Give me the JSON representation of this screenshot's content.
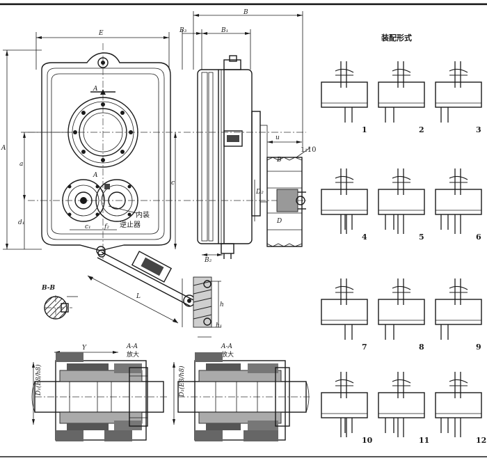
{
  "assembly": {
    "title": "装配形式",
    "variants": [
      "1",
      "2",
      "3",
      "4",
      "5",
      "6",
      "7",
      "8",
      "9",
      "10",
      "11",
      "12"
    ]
  },
  "dimensions": {
    "overall_width": "E",
    "overall_height": "A",
    "side_width": "B",
    "b1": "B₁",
    "b2": "B₂",
    "b3": "B₃",
    "d1": "d₁",
    "a": "a",
    "c": "c",
    "c1": "c₁",
    "f2": "f₂",
    "u": "u",
    "d2": "D₂",
    "ratio": "1:10",
    "l": "L",
    "h1": "h₁",
    "h": "h",
    "bore": "D₁(E8/h8)",
    "y": "Y"
  },
  "annotations": {
    "inner_label": "内装",
    "stop_label": "逆止器",
    "section_a": "A",
    "section_bb": "B-B",
    "section_aa_1": "A-A",
    "section_aa_1_note": "放大",
    "section_aa_2": "A-A",
    "section_aa_2_note": "放大",
    "view_b": "B",
    "view_d": "D"
  }
}
